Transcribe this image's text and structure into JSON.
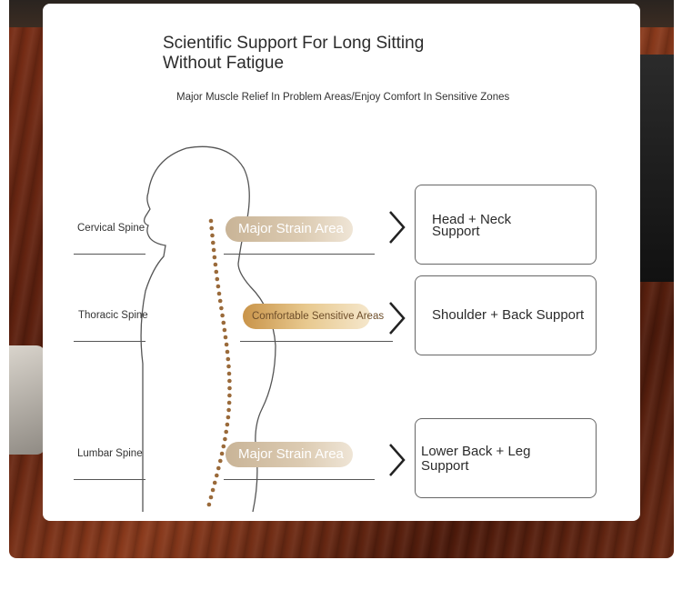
{
  "header": {
    "title_line1": "Scientific Support For Long Sitting",
    "title_line2": "Without Fatigue",
    "subtitle": "Major Muscle Relief In Problem Areas/Enjoy Comfort In Sensitive Zones"
  },
  "zones": [
    {
      "label": "Cervical Spine",
      "area": "Major Strain Area",
      "support_line1": "Head + Neck",
      "support_line2": "Support"
    },
    {
      "label": "Thoracic Spine",
      "area": "Comfortable Sensitive Areas",
      "support_line1": "Shoulder + Back Support"
    },
    {
      "label": "Lumbar Spine",
      "area": "Major Strain Area",
      "support_line1": "Lower Back + Leg",
      "support_line2": "Support"
    }
  ],
  "icons": {
    "chevron": "chevron-right-icon",
    "figure": "human-silhouette-icon",
    "spine": "spine-dots-icon"
  },
  "colors": {
    "strain_pill": "#d7c4a8",
    "sensitive_pill": "#dcb070",
    "spine_dots": "#9a6a3a"
  }
}
